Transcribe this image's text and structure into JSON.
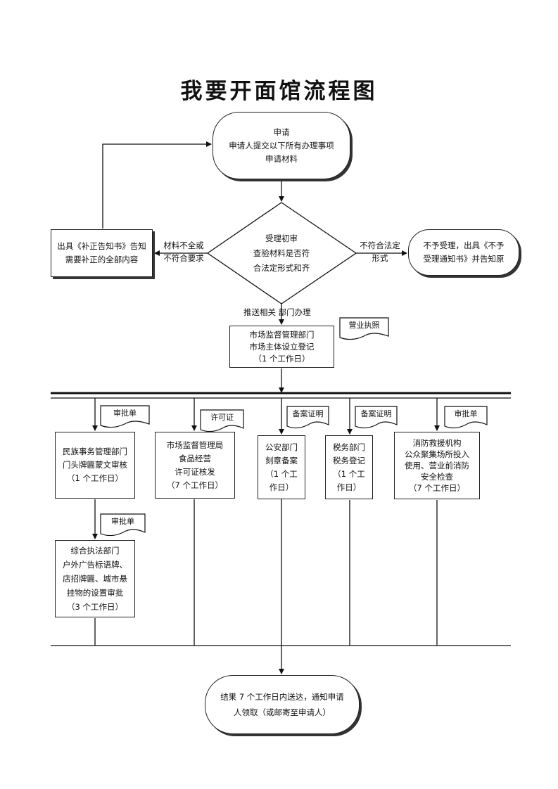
{
  "title": "我要开面馆流程图",
  "start": {
    "line1": "申请",
    "line2": "申请人提交以下所有办理事项",
    "line3": "申请材料"
  },
  "decision": {
    "line1": "受理初审",
    "line2": "查验材料是否符",
    "line3": "合法定形式和齐"
  },
  "correction": {
    "line1": "出具《补正告知书》告知",
    "line2": "需要补正的全部内容"
  },
  "rejection": {
    "line1": "不予受理，出具《不予",
    "line2": "受理通知书》并告知原"
  },
  "edge_left": {
    "line1": "材料不全或",
    "line2": "不符合要求"
  },
  "edge_right": {
    "line1": "不符合法定",
    "line2": "形式"
  },
  "edge_down": "推送相关 部门办理",
  "registration": {
    "line1": "市场监督管理部门",
    "line2": "市场主体设立登记",
    "line3": "（1 个工作日）"
  },
  "registration_doc": "营业执照",
  "depts": [
    {
      "line1": "民族事务管理部门",
      "line2": "门头牌匾蒙文审核",
      "line3": "（1 个工作日）",
      "doc": "审批单"
    },
    {
      "line1": "市场监督管理局",
      "line2": "食品经营",
      "line3": "许可证核发",
      "line4": "（7 个工作日）",
      "doc": "许可证"
    },
    {
      "line1": "公安部门",
      "line2": "刻章备案",
      "line3": "（1 个工",
      "line4": "作日）",
      "doc": "备案证明"
    },
    {
      "line1": "税务部门",
      "line2": "税务登记",
      "line3": "（1 个工",
      "line4": "作日）",
      "doc": "备案证明"
    },
    {
      "line1": "消防救援机构",
      "line2": "公众聚集场所投入",
      "line3": "使用、营业前消防",
      "line4": "安全检查",
      "line5": "（7 个工作日）",
      "doc": "审批单"
    }
  ],
  "sub_dept": {
    "line1": "综合执法部门",
    "line2": "户外广告标语牌、",
    "line3": "店招牌匾、城市悬",
    "line4": "挂物的设置审批",
    "line5": "（3 个工作日）",
    "doc": "审批单"
  },
  "result": {
    "line1": "结果 7 个工作日内送达，通知申请",
    "line2": "人领取（或邮寄至申请人）"
  }
}
